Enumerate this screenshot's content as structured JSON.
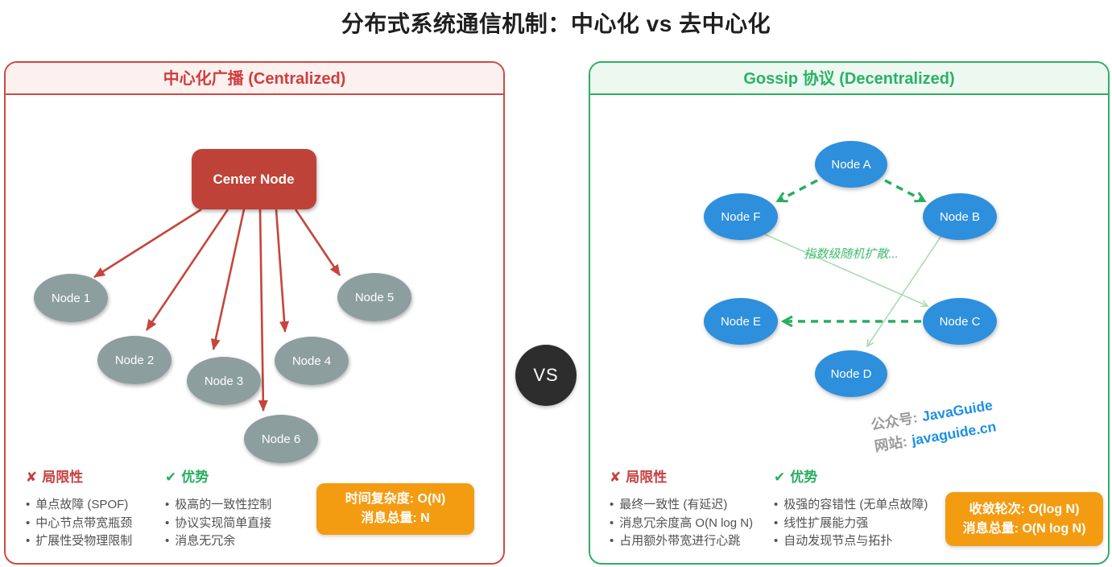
{
  "title": "分布式系统通信机制：中心化 vs 去中心化",
  "vs_label": "VS",
  "colors": {
    "red_border": "#cc4b44",
    "red_header_bg": "#fdf1f0",
    "red_text": "#d03d3d",
    "red_node": "#bf4238",
    "red_arrow": "#c6453c",
    "green_border": "#2fae62",
    "green_header_bg": "#edf8f1",
    "green_text": "#29b264",
    "green_arrow": "#27ae60",
    "green_arrow_light": "#a8dcb2",
    "blue_node": "#2f8fdc",
    "gray_node": "#8d9e9f",
    "orange_badge": "#f39c12",
    "vs_bg": "#2d2d2d",
    "body_text": "#525252",
    "title_text": "#1f1f1f",
    "watermark_gray": "#9a9a9a",
    "watermark_blue": "#1d8fe8"
  },
  "left_panel": {
    "header": "中心化广播 (Centralized)",
    "center_node": "Center Node",
    "nodes": [
      "Node 1",
      "Node 2",
      "Node 3",
      "Node 4",
      "Node 5",
      "Node 6"
    ],
    "limitations": {
      "icon": "✘",
      "title": "局限性",
      "items": [
        "单点故障 (SPOF)",
        "中心节点带宽瓶颈",
        "扩展性受物理限制"
      ]
    },
    "advantages": {
      "icon": "✔",
      "title": "优势",
      "items": [
        "极高的一致性控制",
        "协议实现简单直接",
        "消息无冗余"
      ]
    },
    "badge": {
      "line1": "时间复杂度: O(N)",
      "line2": "消息总量: N"
    }
  },
  "right_panel": {
    "header": "Gossip 协议 (Decentralized)",
    "nodes": [
      "Node A",
      "Node B",
      "Node C",
      "Node D",
      "Node E",
      "Node F"
    ],
    "spread_label": "指数级随机扩散...",
    "watermark": {
      "label1": "公众号:",
      "value1": "JavaGuide",
      "label2": "网站:",
      "value2": "javaguide.cn"
    },
    "limitations": {
      "icon": "✘",
      "title": "局限性",
      "items": [
        "最终一致性 (有延迟)",
        "消息冗余度高 O(N log N)",
        "占用额外带宽进行心跳"
      ]
    },
    "advantages": {
      "icon": "✔",
      "title": "优势",
      "items": [
        "极强的容错性 (无单点故障)",
        "线性扩展能力强",
        "自动发现节点与拓扑"
      ]
    },
    "badge": {
      "line1": "收敛轮次: O(log N)",
      "line2": "消息总量: O(N log N)"
    }
  }
}
